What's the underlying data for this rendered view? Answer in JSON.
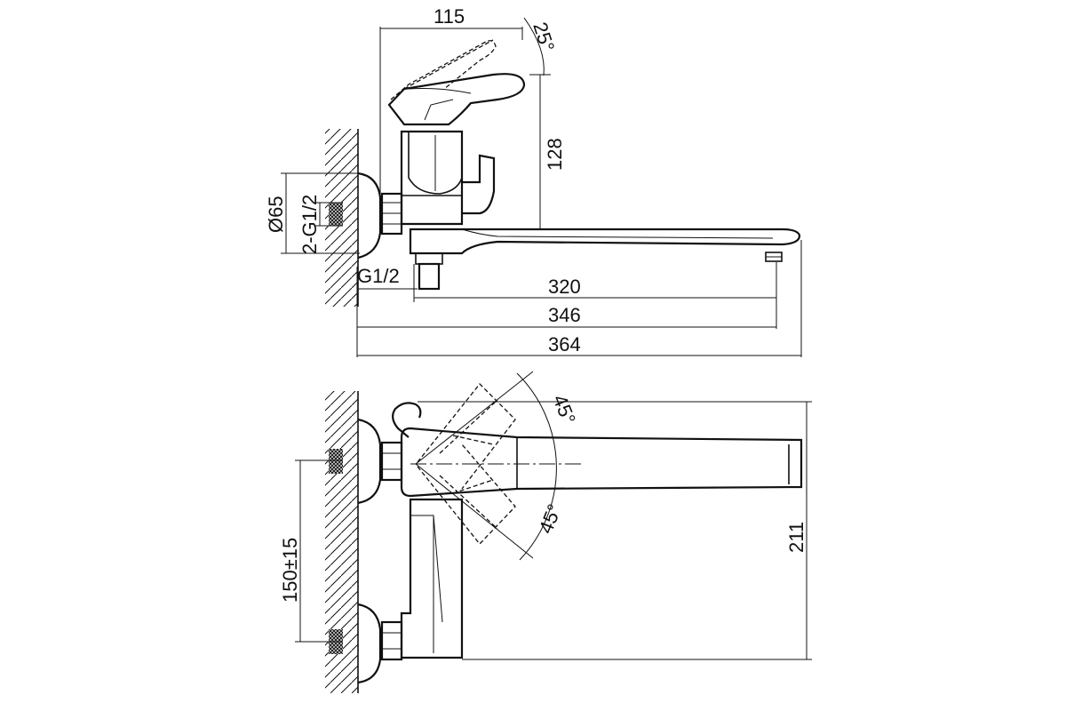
{
  "top_view": {
    "dim_width_lever": "115",
    "dim_angle_lever": "25°",
    "dim_height": "128",
    "dim_diameter": "Ø65",
    "dim_thread_inlets": "2-G1/2",
    "dim_thread_outlet": "G1/2",
    "dim_320": "320",
    "dim_346": "346",
    "dim_364": "364"
  },
  "front_view": {
    "dim_angle_up": "45°",
    "dim_angle_down": "45°",
    "dim_center_distance": "150±15",
    "dim_total_height": "211"
  }
}
